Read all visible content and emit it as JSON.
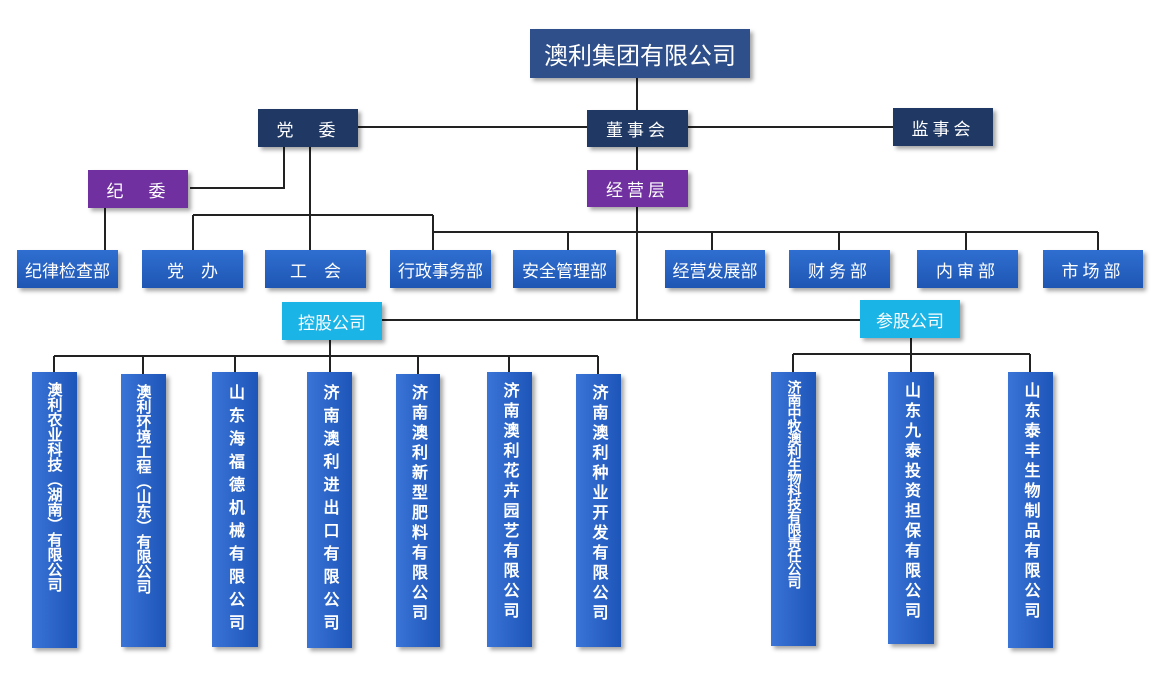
{
  "top": "澳利集团有限公司",
  "party": "党　委",
  "board": "董事会",
  "supervisors": "监事会",
  "discipline": "纪　委",
  "management": "经营层",
  "departments": [
    "纪律检查部",
    "党　办",
    "工　会",
    "行政事务部",
    "安全管理部",
    "经营发展部",
    "财务部",
    "内审部",
    "市场部"
  ],
  "holding": "控股公司",
  "participating": "参股公司",
  "holding_companies": [
    "澳利农业科技（湖南）有限公司",
    "澳利环境工程（山东）有限公司",
    "山东海福德机械有限公司",
    "济南澳利进出口有限公司",
    "济南澳利新型肥料有限公司",
    "济南澳利花卉园艺有限公司",
    "济南澳利种业开发有限公司"
  ],
  "participating_companies": [
    "济南中牧澳利生物科技有限责任公司",
    "山东九泰投资担保有限公司",
    "山东泰丰生物制品有限公司"
  ]
}
